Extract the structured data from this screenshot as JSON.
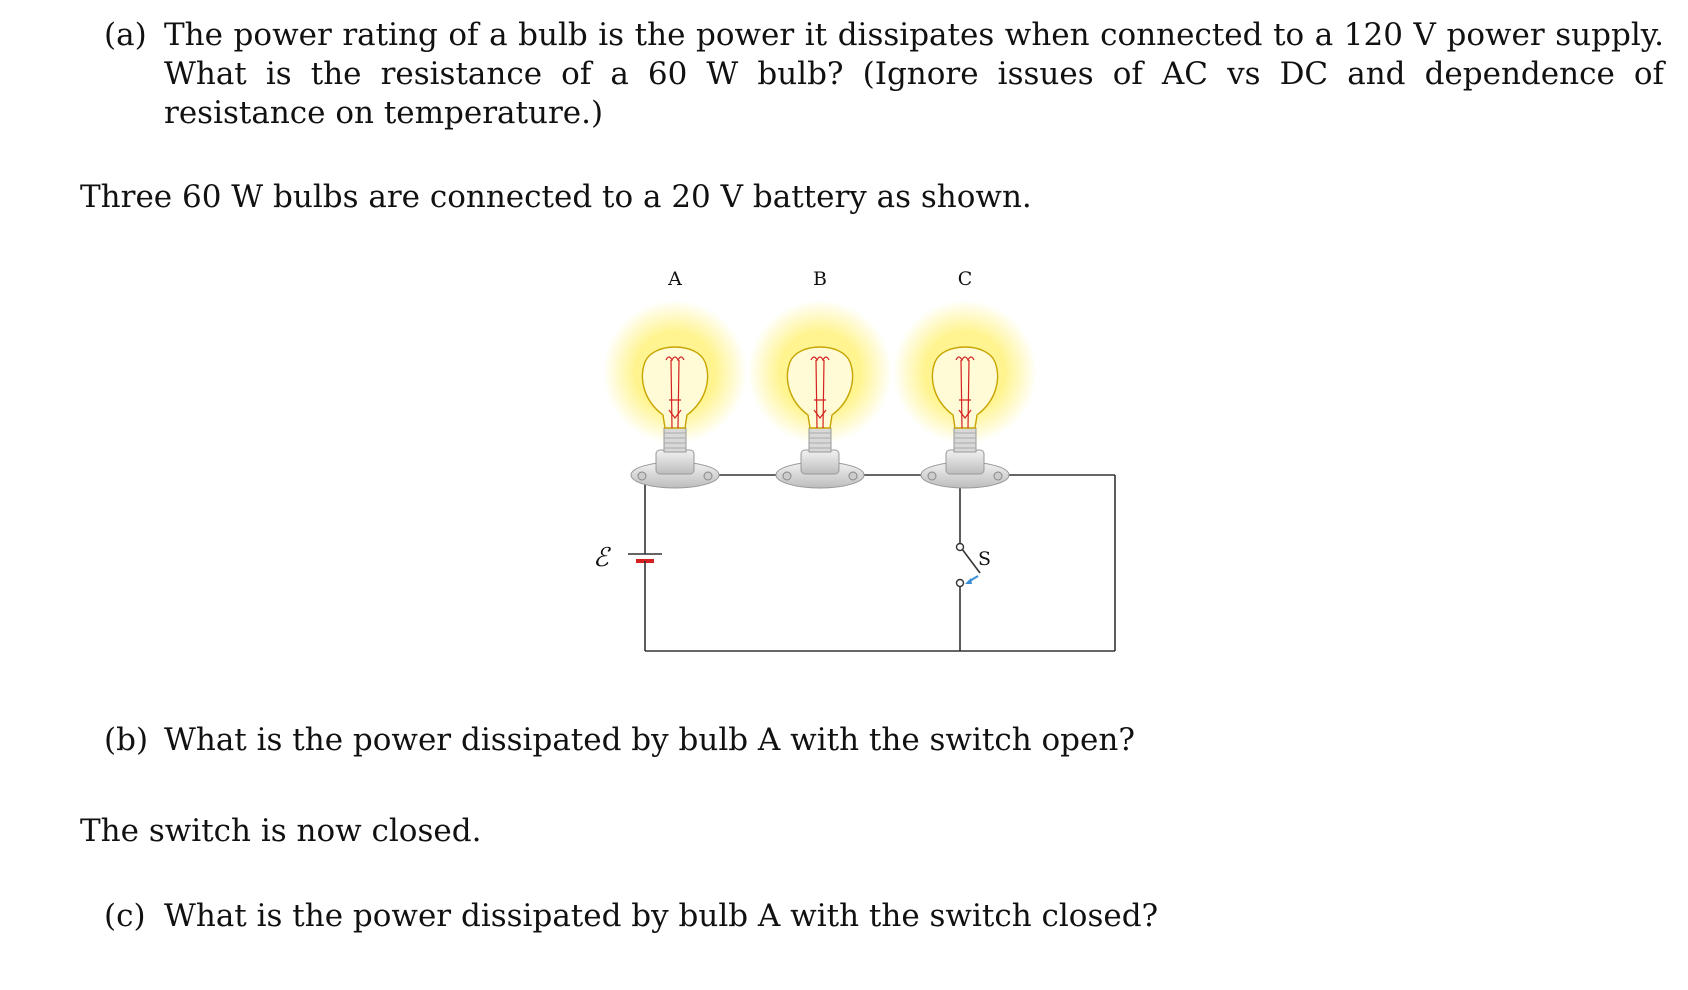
{
  "part_a": {
    "label": "(a)",
    "text": "The power rating of a bulb is the power it dissipates when connected to a 120 V power supply. What is the resistance of a 60 W bulb? (Ignore issues of AC vs DC and dependence of resistance on temperature.)"
  },
  "statement_1": "Three 60 W bulbs are connected to a 20 V battery as shown.",
  "figure": {
    "bulb_labels": [
      "A",
      "B",
      "C"
    ],
    "emf_symbol": "ℰ",
    "switch_label": "S",
    "colors": {
      "glow": "#fff27a",
      "bulb_outline": "#c8a400",
      "filament": "#d42020",
      "wire": "#333333",
      "battery": "#d42020",
      "switch_arrow": "#3a8fd6"
    }
  },
  "part_b": {
    "label": "(b)",
    "text": "What is the power dissipated by bulb A with the switch open?"
  },
  "statement_2": "The switch is now closed.",
  "part_c": {
    "label": "(c)",
    "text": "What is the power dissipated by bulb A with the switch closed?"
  }
}
